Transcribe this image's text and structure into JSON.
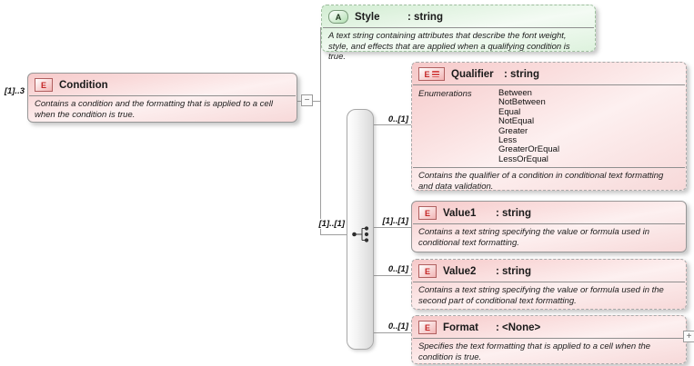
{
  "icons": {
    "element_letter": "E",
    "attribute_letter": "A",
    "collapse_glyph": "−",
    "expand_glyph": "+"
  },
  "colors": {
    "element_fill": "#f6c9c9",
    "attribute_fill": "#d2edd2",
    "connector": "#9e9e9e"
  },
  "diagram": {
    "root": {
      "cardinality": "[1]..3",
      "name": "Condition",
      "description": "Contains a condition and the formatting that is applied to a cell when the condition is true."
    },
    "attribute": {
      "name": "Style",
      "type": ": string",
      "description": "A text string containing attributes that describe the font weight, style, and effects that are applied when a qualifying condition is true."
    },
    "sequence": {
      "cardinality": "[1]..[1]"
    },
    "children": [
      {
        "name": "Qualifier",
        "type": ": string",
        "cardinality": "0..[1]",
        "enumerations_label": "Enumerations",
        "enumerations": [
          "Between",
          "NotBetween",
          "Equal",
          "NotEqual",
          "Greater",
          "Less",
          "GreaterOrEqual",
          "LessOrEqual"
        ],
        "description": "Contains the qualifier of a condition in conditional text formatting and data validation."
      },
      {
        "name": "Value1",
        "type": ": string",
        "cardinality": "[1]..[1]",
        "description": "Contains a text string specifying the value or formula used in conditional text formatting."
      },
      {
        "name": "Value2",
        "type": ": string",
        "cardinality": "0..[1]",
        "description": "Contains a text string specifying the value or formula used in the second part of conditional text formatting."
      },
      {
        "name": "Format",
        "type": ": <None>",
        "cardinality": "0..[1]",
        "description": "Specifies the text formatting that is applied to a cell when the condition is true."
      }
    ]
  }
}
